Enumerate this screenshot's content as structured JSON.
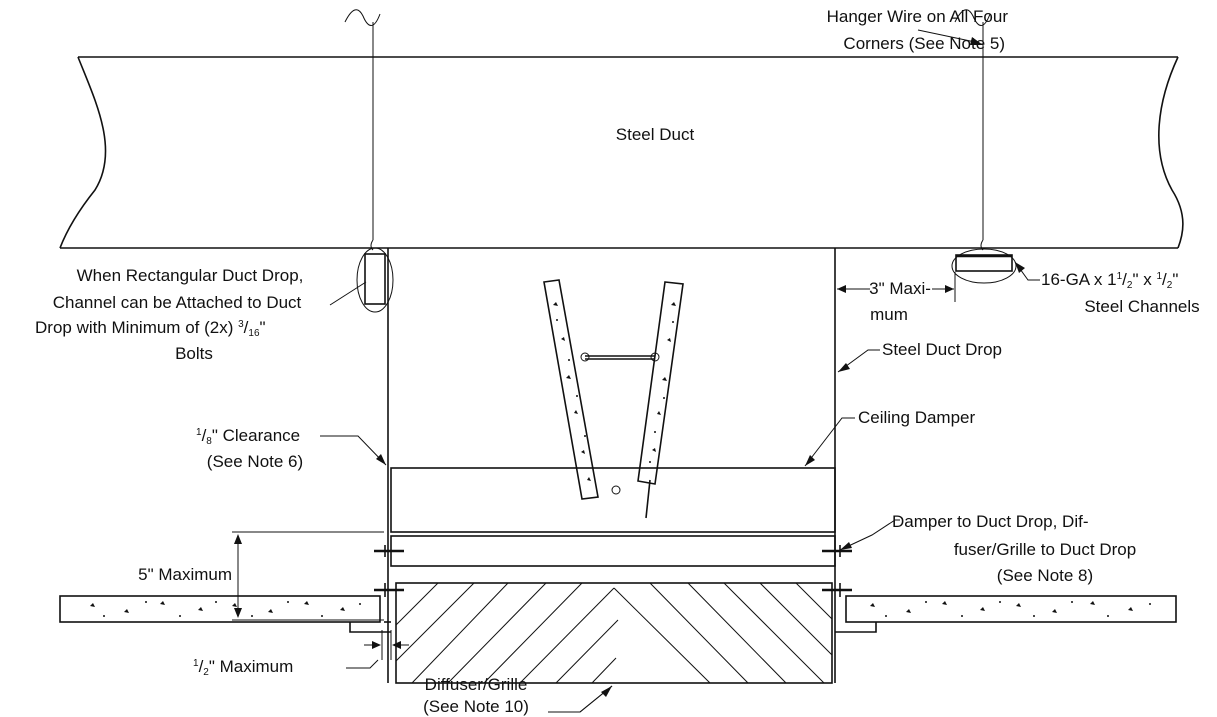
{
  "labels": {
    "steel_duct": "Steel Duct",
    "hanger_wire_1": "Hanger Wire on All Four",
    "hanger_wire_2": "Corners (See Note 5)",
    "rect_drop_1": "When Rectangular Duct Drop,",
    "rect_drop_2": "Channel can be Attached to Duct",
    "rect_drop_3_pre": "Drop with Minimum of (2x) ",
    "rect_drop_3_num": "3",
    "rect_drop_3_slash": "/",
    "rect_drop_3_den": "16",
    "rect_drop_3_post": "\"",
    "rect_drop_4": "Bolts",
    "three_max_1": "3\" Maxi-",
    "three_max_2": "mum",
    "channels_1_pre": "16-GA x 1",
    "channels_1_num1": "1",
    "channels_1_slash1": "/",
    "channels_1_den1": "2",
    "channels_1_mid": "\" x ",
    "channels_1_num2": "1",
    "channels_1_slash2": "/",
    "channels_1_den2": "2",
    "channels_1_post": "\"",
    "channels_2": "Steel Channels",
    "steel_duct_drop": "Steel Duct Drop",
    "ceiling_damper": "Ceiling Damper",
    "clearance_num": "1",
    "clearance_slash": "/",
    "clearance_den": "8",
    "clearance_text": "\" Clearance",
    "clearance_note": "(See Note 6)",
    "damper_1": "Damper to Duct Drop, Dif-",
    "damper_2": "fuser/Grille to Duct Drop",
    "damper_3": "(See Note 8)",
    "five_max": "5\" Maximum",
    "half_num": "1",
    "half_slash": "/",
    "half_den": "2",
    "half_text": "\" Maximum",
    "diffuser_1": "Diffuser/Grille",
    "diffuser_2": "(See Note 10)"
  }
}
